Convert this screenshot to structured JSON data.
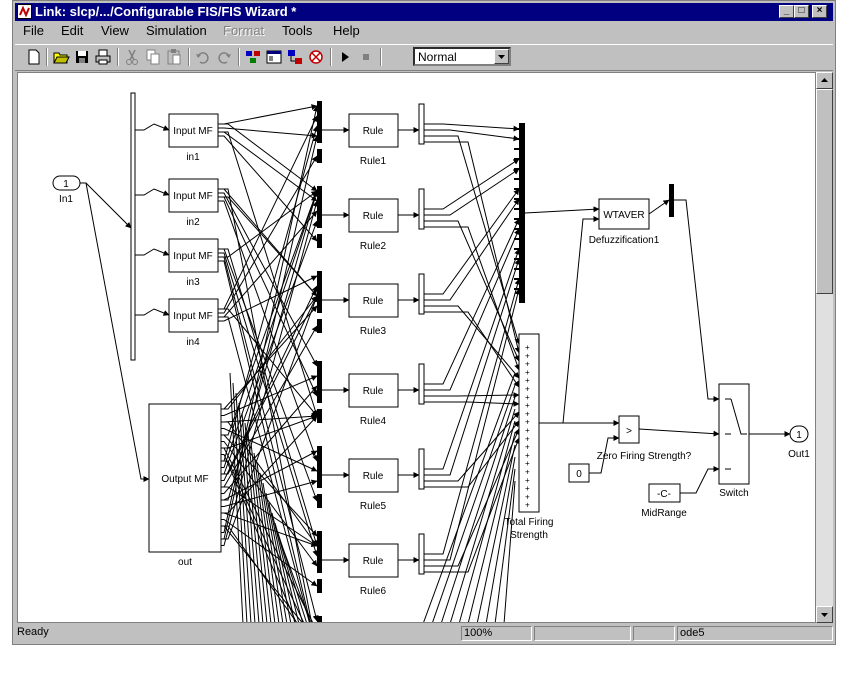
{
  "window": {
    "title": "Link: slcp/.../Configurable FIS/FIS Wizard *",
    "minimize_glyph": "_",
    "maximize_glyph": "□",
    "close_glyph": "×"
  },
  "menu": [
    {
      "label": "File",
      "enabled": true
    },
    {
      "label": "Edit",
      "enabled": true
    },
    {
      "label": "View",
      "enabled": true
    },
    {
      "label": "Simulation",
      "enabled": true
    },
    {
      "label": "Format",
      "enabled": false
    },
    {
      "label": "Tools",
      "enabled": true
    },
    {
      "label": "Help",
      "enabled": true
    }
  ],
  "toolbar": {
    "icons": [
      "new-model-icon",
      "open-icon",
      "save-icon",
      "print-icon",
      "cut-icon",
      "copy-icon",
      "paste-icon",
      "undo-icon",
      "redo-icon",
      "library-browser-icon",
      "model-browser-icon",
      "go-to-parent-icon",
      "debug-icon",
      "start-simulation-icon",
      "stop-simulation-icon"
    ],
    "simulation_mode": "Normal"
  },
  "diagram": {
    "inport": {
      "number": "1",
      "label": "In1"
    },
    "input_mfs": [
      {
        "block": "Input MF",
        "label": "in1"
      },
      {
        "block": "Input MF",
        "label": "in2"
      },
      {
        "block": "Input MF",
        "label": "in3"
      },
      {
        "block": "Input MF",
        "label": "in4"
      }
    ],
    "output_mf": {
      "block": "Output MF",
      "label": "out"
    },
    "rules": [
      {
        "block": "Rule",
        "label": "Rule1"
      },
      {
        "block": "Rule",
        "label": "Rule2"
      },
      {
        "block": "Rule",
        "label": "Rule3"
      },
      {
        "block": "Rule",
        "label": "Rule4"
      },
      {
        "block": "Rule",
        "label": "Rule5"
      },
      {
        "block": "Rule",
        "label": "Rule6"
      }
    ],
    "defuzz": {
      "block": "WTAVER",
      "label": "Defuzzification1"
    },
    "total_firing": {
      "label_line1": "Total Firing",
      "label_line2": "Strength",
      "sign": "+"
    },
    "compare": {
      "symbol": ">",
      "label": "Zero Firing Strength?"
    },
    "zero_const": {
      "value": "0"
    },
    "midrange": {
      "value": "-C-",
      "label": "MidRange"
    },
    "switch": {
      "label": "Switch"
    },
    "outport": {
      "number": "1",
      "label": "Out1"
    }
  },
  "status": {
    "state": "Ready",
    "zoom": "100%",
    "cell3": "",
    "cell4": "",
    "solver": "ode5"
  }
}
